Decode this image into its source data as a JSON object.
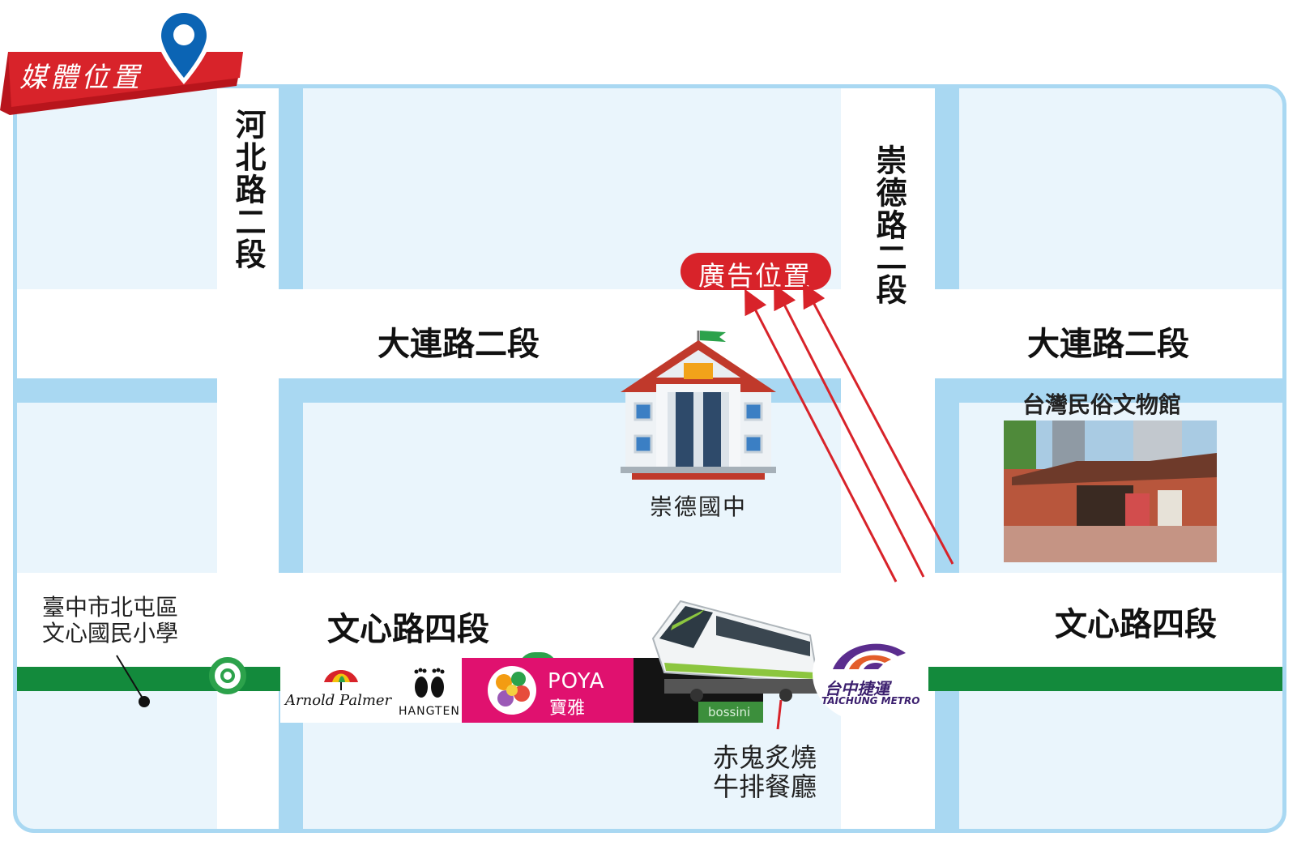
{
  "banner": {
    "title": "媒體位置",
    "color": "#d8232a"
  },
  "ad_location": {
    "label": "廣告位置",
    "color": "#d8232a"
  },
  "roads": {
    "hebei": "河北路二段",
    "chongde": "崇德路二段",
    "dalian_left": "大連路二段",
    "dalian_right": "大連路二段",
    "wenxin_left": "文心路四段",
    "wenxin_right": "文心路四段"
  },
  "landmarks": {
    "school": "崇德國中",
    "museum": "台灣民俗文物館",
    "elementary_line1": "臺中市北屯區",
    "elementary_line2": "文心國民小學",
    "restaurant_line1": "赤鬼炙燒",
    "restaurant_line2": "牛排餐廳"
  },
  "shops": {
    "arnold": "Arnold Palmer",
    "hangten": "HANGTEN",
    "poya_en": "POYA",
    "poya_zh": "寶雅",
    "bossini": "bossini"
  },
  "metro": {
    "name_zh": "台中捷運",
    "name_en": "TAICHUNG METRO",
    "line_color": "#138a3c"
  },
  "icons": [
    "map-pin-icon",
    "school-building-icon",
    "train-icon",
    "metro-logo-icon",
    "arnold-umbrella-icon",
    "hangten-feet-icon",
    "poya-flower-icon"
  ]
}
